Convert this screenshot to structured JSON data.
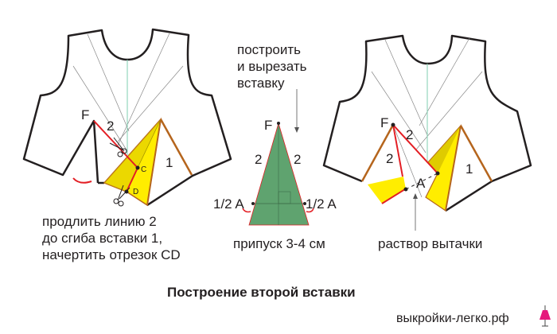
{
  "colors": {
    "outline": "#231f20",
    "red": "#e31e24",
    "yellow": "#ffed00",
    "brown": "#b5651d",
    "green": "#5fa36f",
    "guide": "#7fcfb0"
  },
  "left_figure": {
    "point_f": "F",
    "line_2": "2",
    "insert_1": "1",
    "point_c": "C",
    "point_d": "D",
    "caption": [
      "продлить линию 2",
      "до сгиба вставки 1,",
      "начертить отрезок CD"
    ]
  },
  "middle_figure": {
    "instruction": [
      "построить",
      "и вырезать",
      "вставку"
    ],
    "point_f": "F",
    "side_left": "2",
    "side_right": "2",
    "half_a_left": "1/2 A",
    "half_a_right": "1/2 A",
    "caption": "припуск 3-4 см"
  },
  "right_figure": {
    "point_f": "F",
    "line_2a": "2",
    "line_2b": "2",
    "insert_1": "1",
    "point_a": "A",
    "caption": "раствор вытачки"
  },
  "title": "Построение второй вставки",
  "watermark": "выкройки-легко.рф",
  "icons": [
    "scissors-icon",
    "dress-logo-icon"
  ]
}
